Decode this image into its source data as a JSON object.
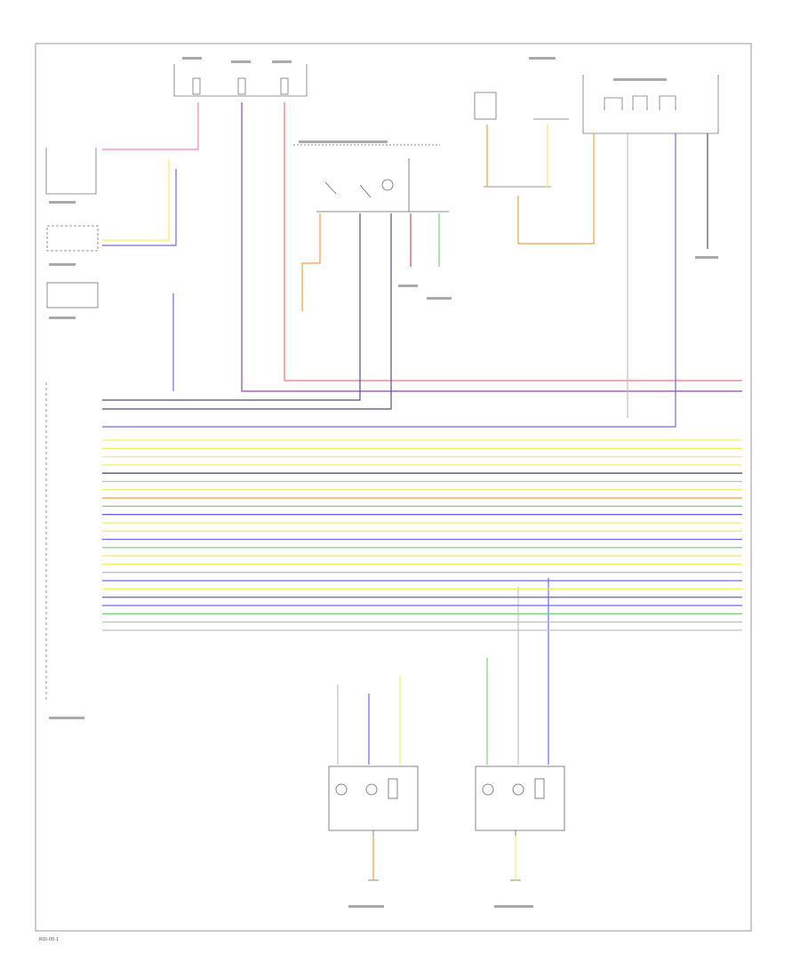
{
  "footer": {
    "code": "ROI-00-1"
  },
  "colors": {
    "frame": "#999999",
    "red": "#ff7070",
    "purple": "#9a40b0",
    "blue": "#6a6af0",
    "navy": "#50507a",
    "gray": "#c0c0c0",
    "yellow": "#f2f060",
    "orange": "#f2a040",
    "green": "#80d080",
    "lightgreen": "#b8e8a0"
  },
  "wire_bundle": [
    {
      "color": "red"
    },
    {
      "color": "purple"
    },
    {
      "color": "navy"
    },
    {
      "color": "navy"
    },
    {
      "color": "gray"
    },
    {
      "color": "blue"
    },
    {
      "color": "yellow"
    },
    {
      "color": "yellow"
    },
    {
      "color": "yellow"
    },
    {
      "color": "yellow"
    },
    {
      "color": "navy"
    },
    {
      "color": "gray"
    },
    {
      "color": "yellow"
    },
    {
      "color": "orange"
    },
    {
      "color": "green"
    },
    {
      "color": "blue"
    },
    {
      "color": "yellow"
    },
    {
      "color": "yellow"
    },
    {
      "color": "blue"
    },
    {
      "color": "green"
    },
    {
      "color": "yellow"
    },
    {
      "color": "yellow"
    },
    {
      "color": "gray"
    },
    {
      "color": "blue"
    },
    {
      "color": "yellow"
    },
    {
      "color": "blue"
    },
    {
      "color": "blue"
    },
    {
      "color": "green"
    },
    {
      "color": "gray"
    },
    {
      "color": "gray"
    }
  ]
}
